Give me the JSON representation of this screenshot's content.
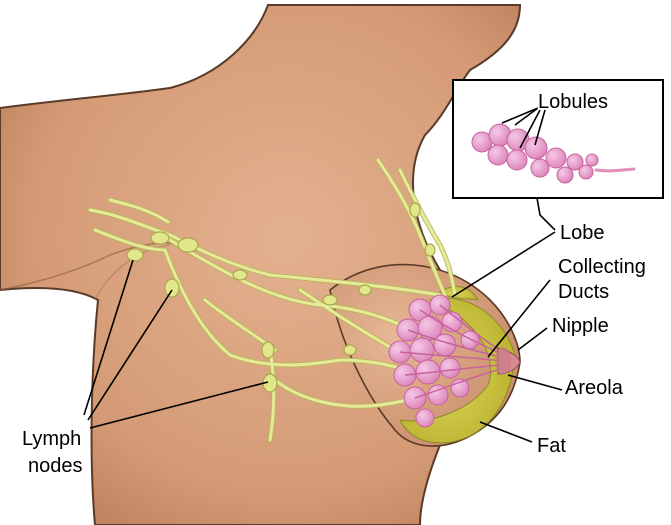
{
  "labels": {
    "lobules": "Lobules",
    "lobe": "Lobe",
    "collecting_ducts": [
      "Collecting",
      "Ducts"
    ],
    "nipple": "Nipple",
    "areola": "Areola",
    "fat": "Fat",
    "lymph_nodes": [
      "Lymph",
      "nodes"
    ]
  },
  "colors": {
    "skin": "#d9a27f",
    "skin_outline": "#5a3a28",
    "fat": "#c9c23a",
    "lymph": "#e6ea99",
    "lymph_outline": "#b7b85a",
    "lobule": "#eb9fcf",
    "lobule_dark": "#c7629d",
    "nipple": "#d98a93",
    "leader_line": "#000000"
  }
}
